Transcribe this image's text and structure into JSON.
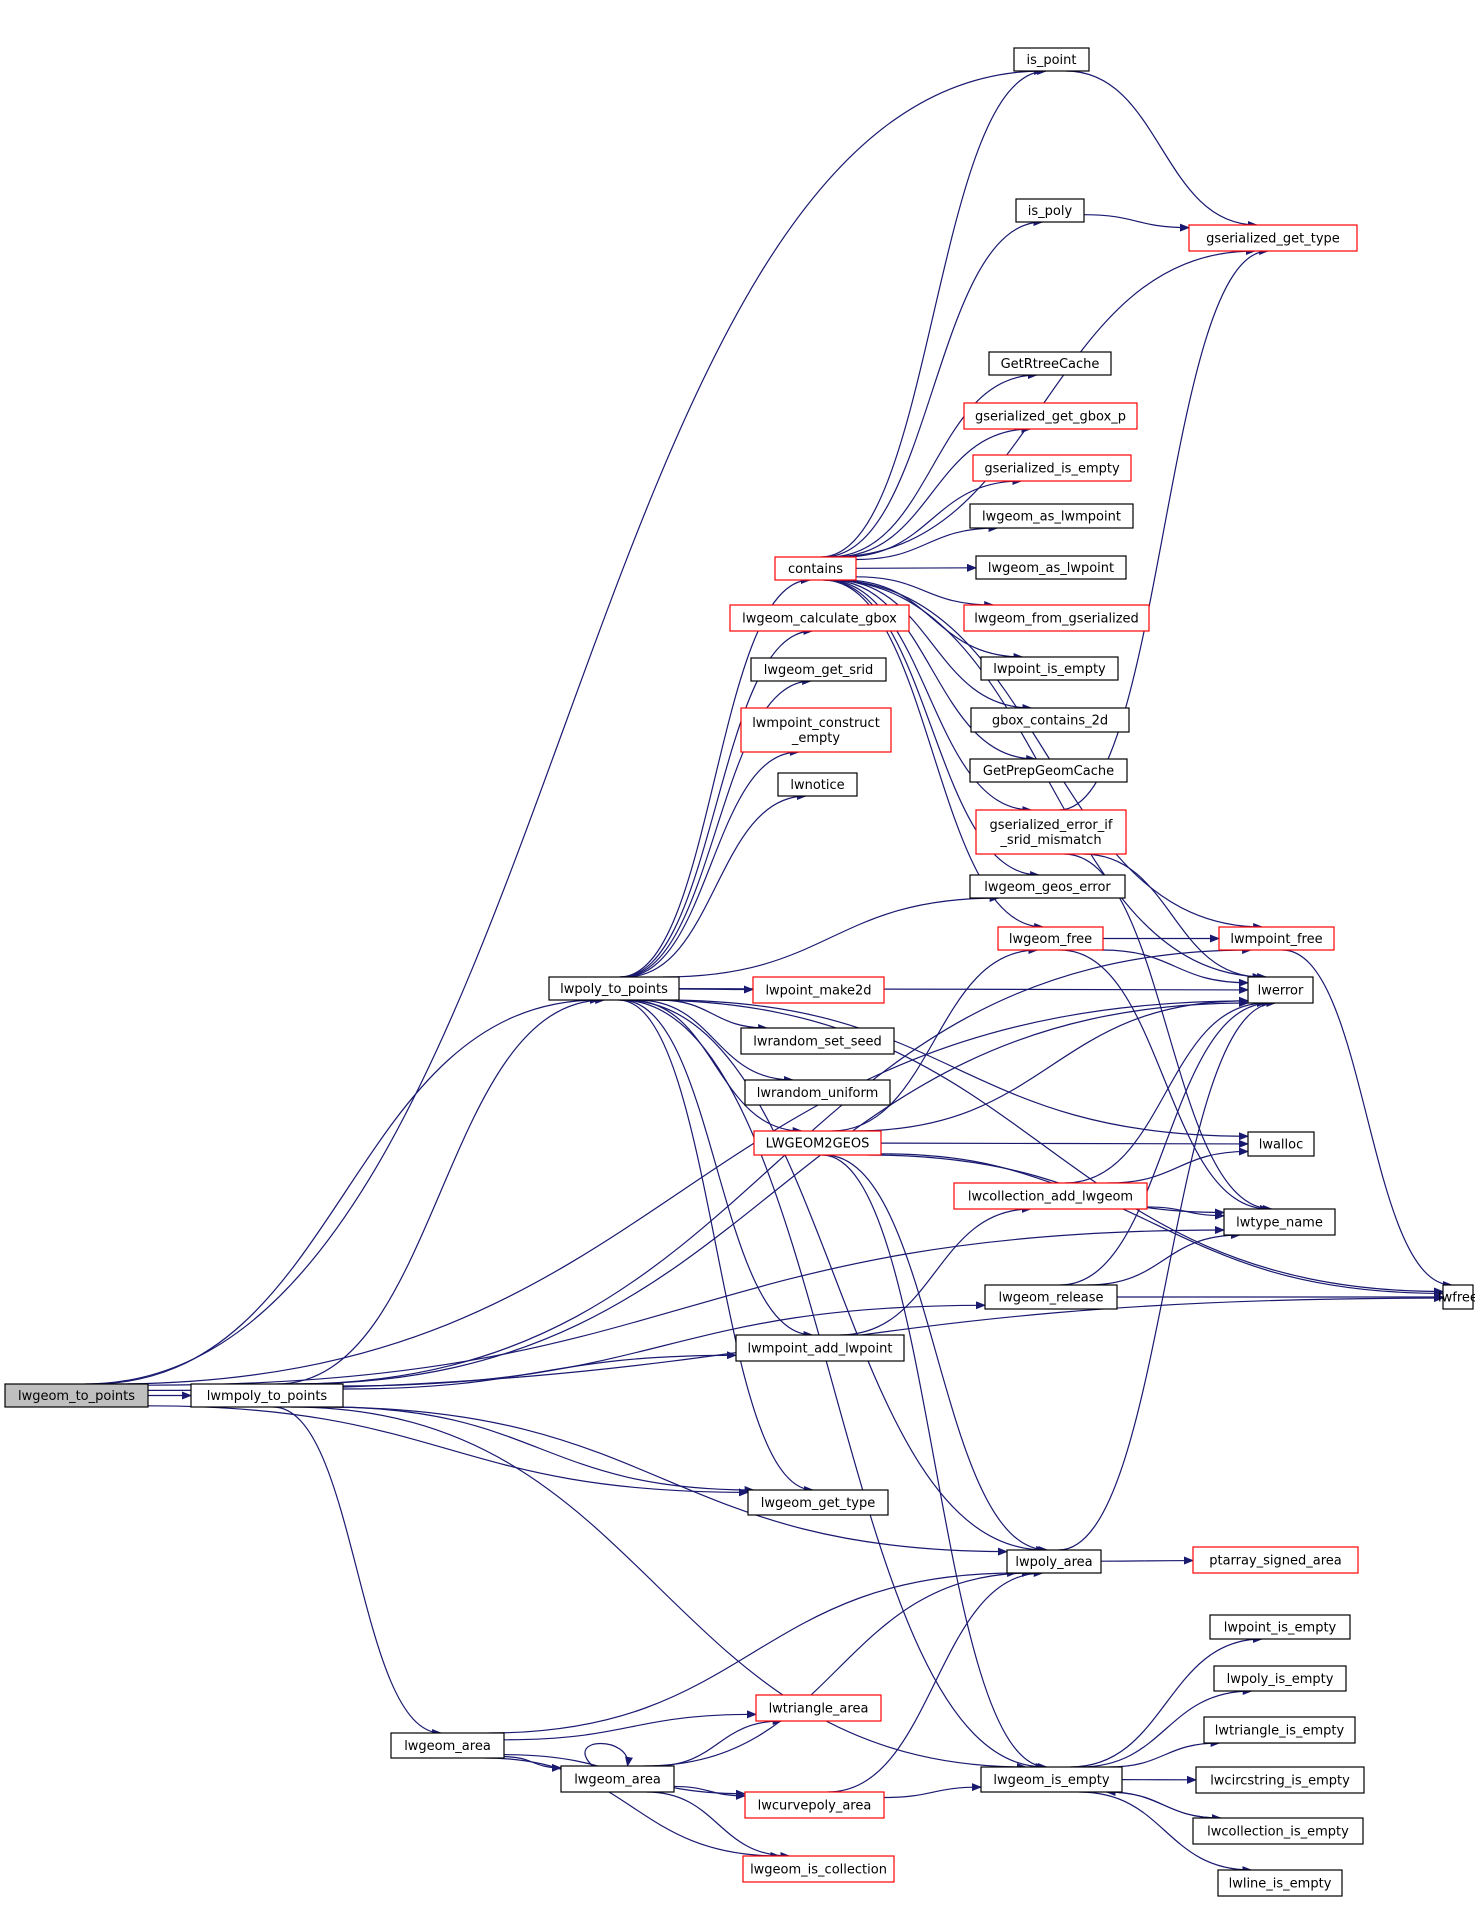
{
  "colors": {
    "edge": "#191970",
    "node_border_default": "#000000",
    "node_border_has_more": "#ff0000",
    "root_fill": "#bfbfbf",
    "node_fill": "#ffffff"
  },
  "nodes": {
    "root": {
      "label": "lwgeom_to_points",
      "style": "root"
    },
    "lwmpoly_to_points": {
      "label": "lwmpoly_to_points",
      "style": "black"
    },
    "lwpoly_to_points": {
      "label": "lwpoly_to_points",
      "style": "black"
    },
    "is_point": {
      "label": "is_point",
      "style": "black"
    },
    "gserialized_get_type": {
      "label": "gserialized_get_type",
      "style": "red"
    },
    "is_poly": {
      "label": "is_poly",
      "style": "black"
    },
    "GetRtreeCache": {
      "label": "GetRtreeCache",
      "style": "black"
    },
    "gserialized_get_gbox_p": {
      "label": "gserialized_get_gbox_p",
      "style": "red"
    },
    "gserialized_is_empty": {
      "label": "gserialized_is_empty",
      "style": "red"
    },
    "lwgeom_as_lwmpoint": {
      "label": "lwgeom_as_lwmpoint",
      "style": "black"
    },
    "contains": {
      "label": "contains",
      "style": "red"
    },
    "lwgeom_as_lwpoint": {
      "label": "lwgeom_as_lwpoint",
      "style": "black"
    },
    "lwgeom_from_gserialized": {
      "label": "lwgeom_from_gserialized",
      "style": "red"
    },
    "lwgeom_calculate_gbox": {
      "label": "lwgeom_calculate_gbox",
      "style": "red"
    },
    "lwgeom_get_srid": {
      "label": "lwgeom_get_srid",
      "style": "black"
    },
    "lwpoint_is_empty_top": {
      "label": "lwpoint_is_empty",
      "style": "black"
    },
    "gbox_contains_2d": {
      "label": "gbox_contains_2d",
      "style": "black"
    },
    "lwmpoint_construct_empty": {
      "label": "lwmpoint_construct\n_empty",
      "style": "red"
    },
    "GetPrepGeomCache": {
      "label": "GetPrepGeomCache",
      "style": "black"
    },
    "lwnotice": {
      "label": "lwnotice",
      "style": "black"
    },
    "gserialized_error_if_srid_mismatch": {
      "label": "gserialized_error_if\n_srid_mismatch",
      "style": "red"
    },
    "lwgeom_geos_error": {
      "label": "lwgeom_geos_error",
      "style": "black"
    },
    "lwgeom_free": {
      "label": "lwgeom_free",
      "style": "red"
    },
    "lwmpoint_free": {
      "label": "lwmpoint_free",
      "style": "red"
    },
    "lwpoint_make2d": {
      "label": "lwpoint_make2d",
      "style": "red"
    },
    "lwerror": {
      "label": "lwerror",
      "style": "black"
    },
    "lwrandom_set_seed": {
      "label": "lwrandom_set_seed",
      "style": "black"
    },
    "lwrandom_uniform": {
      "label": "lwrandom_uniform",
      "style": "black"
    },
    "LWGEOM2GEOS": {
      "label": "LWGEOM2GEOS",
      "style": "red"
    },
    "lwalloc": {
      "label": "lwalloc",
      "style": "black"
    },
    "lwcollection_add_lwgeom": {
      "label": "lwcollection_add_lwgeom",
      "style": "red"
    },
    "lwtype_name": {
      "label": "lwtype_name",
      "style": "black"
    },
    "lwgeom_release": {
      "label": "lwgeom_release",
      "style": "black"
    },
    "lwfree": {
      "label": "lwfree",
      "style": "black"
    },
    "lwmpoint_add_lwpoint": {
      "label": "lwmpoint_add_lwpoint",
      "style": "black"
    },
    "lwgeom_get_type": {
      "label": "lwgeom_get_type",
      "style": "black"
    },
    "lwpoly_area": {
      "label": "lwpoly_area",
      "style": "black"
    },
    "ptarray_signed_area": {
      "label": "ptarray_signed_area",
      "style": "red"
    },
    "lwpoint_is_empty": {
      "label": "lwpoint_is_empty",
      "style": "black"
    },
    "lwpoly_is_empty": {
      "label": "lwpoly_is_empty",
      "style": "black"
    },
    "lwtriangle_area": {
      "label": "lwtriangle_area",
      "style": "red"
    },
    "lwtriangle_is_empty": {
      "label": "lwtriangle_is_empty",
      "style": "black"
    },
    "lwgeom_area_outer": {
      "label": "lwgeom_area",
      "style": "black"
    },
    "lwgeom_area_inner": {
      "label": "lwgeom_area",
      "style": "black"
    },
    "lwgeom_is_empty": {
      "label": "lwgeom_is_empty",
      "style": "black"
    },
    "lwcircstring_is_empty": {
      "label": "lwcircstring_is_empty",
      "style": "black"
    },
    "lwcurvepoly_area": {
      "label": "lwcurvepoly_area",
      "style": "red"
    },
    "lwcollection_is_empty": {
      "label": "lwcollection_is_empty",
      "style": "black"
    },
    "lwgeom_is_collection": {
      "label": "lwgeom_is_collection",
      "style": "red"
    },
    "lwline_is_empty": {
      "label": "lwline_is_empty",
      "style": "black"
    }
  },
  "edges": [
    [
      "root",
      "lwmpoly_to_points"
    ],
    [
      "root",
      "lwpoly_to_points"
    ],
    [
      "root",
      "lwfree"
    ],
    [
      "root",
      "is_point"
    ],
    [
      "root",
      "lwerror"
    ],
    [
      "root",
      "lwtype_name"
    ],
    [
      "root",
      "lwgeom_get_type"
    ],
    [
      "lwmpoly_to_points",
      "lwpoly_to_points"
    ],
    [
      "lwmpoly_to_points",
      "lwmpoint_add_lwpoint"
    ],
    [
      "lwmpoly_to_points",
      "lwgeom_release"
    ],
    [
      "lwmpoly_to_points",
      "lwgeom_get_type"
    ],
    [
      "lwmpoly_to_points",
      "lwpoly_area"
    ],
    [
      "lwmpoly_to_points",
      "lwgeom_area_outer"
    ],
    [
      "lwmpoly_to_points",
      "lwgeom_is_empty"
    ],
    [
      "lwmpoly_to_points",
      "lwmpoint_free"
    ],
    [
      "lwmpoly_to_points",
      "lwerror"
    ],
    [
      "lwpoly_to_points",
      "contains"
    ],
    [
      "lwpoly_to_points",
      "lwgeom_calculate_gbox"
    ],
    [
      "lwpoly_to_points",
      "lwgeom_get_srid"
    ],
    [
      "lwpoly_to_points",
      "lwmpoint_construct_empty"
    ],
    [
      "lwpoly_to_points",
      "lwnotice"
    ],
    [
      "lwpoly_to_points",
      "lwgeom_geos_error"
    ],
    [
      "lwpoly_to_points",
      "lwerror"
    ],
    [
      "lwpoly_to_points",
      "lwpoint_make2d"
    ],
    [
      "lwpoly_to_points",
      "lwrandom_set_seed"
    ],
    [
      "lwpoly_to_points",
      "lwrandom_uniform"
    ],
    [
      "lwpoly_to_points",
      "LWGEOM2GEOS"
    ],
    [
      "lwpoly_to_points",
      "lwalloc"
    ],
    [
      "lwpoly_to_points",
      "lwmpoint_add_lwpoint"
    ],
    [
      "lwpoly_to_points",
      "lwgeom_get_type"
    ],
    [
      "lwpoly_to_points",
      "lwpoly_area"
    ],
    [
      "lwpoly_to_points",
      "lwfree"
    ],
    [
      "lwpoly_to_points",
      "lwgeom_is_empty"
    ],
    [
      "contains",
      "is_point"
    ],
    [
      "contains",
      "is_poly"
    ],
    [
      "contains",
      "gserialized_get_type"
    ],
    [
      "contains",
      "GetRtreeCache"
    ],
    [
      "contains",
      "gserialized_get_gbox_p"
    ],
    [
      "contains",
      "gserialized_is_empty"
    ],
    [
      "contains",
      "lwgeom_as_lwmpoint"
    ],
    [
      "contains",
      "lwgeom_as_lwpoint"
    ],
    [
      "contains",
      "lwgeom_from_gserialized"
    ],
    [
      "contains",
      "lwpoint_is_empty_top"
    ],
    [
      "contains",
      "gbox_contains_2d"
    ],
    [
      "contains",
      "GetPrepGeomCache"
    ],
    [
      "contains",
      "gserialized_error_if_srid_mismatch"
    ],
    [
      "contains",
      "lwgeom_geos_error"
    ],
    [
      "contains",
      "lwgeom_free"
    ],
    [
      "contains",
      "lwmpoint_free"
    ],
    [
      "contains",
      "lwerror"
    ],
    [
      "is_point",
      "gserialized_get_type"
    ],
    [
      "is_poly",
      "gserialized_get_type"
    ],
    [
      "gserialized_error_if_srid_mismatch",
      "gserialized_get_type"
    ],
    [
      "gserialized_error_if_srid_mismatch",
      "lwerror"
    ],
    [
      "gserialized_error_if_srid_mismatch",
      "lwtype_name"
    ],
    [
      "lwgeom_free",
      "lwmpoint_free"
    ],
    [
      "lwgeom_free",
      "lwerror"
    ],
    [
      "lwgeom_free",
      "lwtype_name"
    ],
    [
      "lwmpoint_free",
      "lwfree"
    ],
    [
      "LWGEOM2GEOS",
      "lwgeom_free"
    ],
    [
      "LWGEOM2GEOS",
      "lwerror"
    ],
    [
      "LWGEOM2GEOS",
      "lwalloc"
    ],
    [
      "LWGEOM2GEOS",
      "lwtype_name"
    ],
    [
      "LWGEOM2GEOS",
      "lwfree"
    ],
    [
      "LWGEOM2GEOS",
      "lwpoly_area"
    ],
    [
      "LWGEOM2GEOS",
      "lwgeom_is_empty"
    ],
    [
      "lwcollection_add_lwgeom",
      "lwerror"
    ],
    [
      "lwcollection_add_lwgeom",
      "lwalloc"
    ],
    [
      "lwcollection_add_lwgeom",
      "lwtype_name"
    ],
    [
      "lwgeom_release",
      "lwerror"
    ],
    [
      "lwgeom_release",
      "lwtype_name"
    ],
    [
      "lwgeom_release",
      "lwfree"
    ],
    [
      "lwmpoint_add_lwpoint",
      "lwcollection_add_lwgeom"
    ],
    [
      "lwpoly_area",
      "ptarray_signed_area"
    ],
    [
      "lwpoly_area",
      "lwerror"
    ],
    [
      "lwgeom_area_outer",
      "lwgeom_area_inner"
    ],
    [
      "lwgeom_area_outer",
      "lwpoly_area"
    ],
    [
      "lwgeom_area_outer",
      "lwtriangle_area"
    ],
    [
      "lwgeom_area_outer",
      "lwcurvepoly_area"
    ],
    [
      "lwgeom_area_outer",
      "lwgeom_is_collection"
    ],
    [
      "lwgeom_area_inner",
      "lwgeom_area_inner"
    ],
    [
      "lwgeom_area_inner",
      "lwtriangle_area"
    ],
    [
      "lwgeom_area_inner",
      "lwcurvepoly_area"
    ],
    [
      "lwgeom_area_inner",
      "lwgeom_is_collection"
    ],
    [
      "lwgeom_area_inner",
      "lwpoly_area"
    ],
    [
      "lwcurvepoly_area",
      "lwgeom_is_empty"
    ],
    [
      "lwcurvepoly_area",
      "lwpoly_area"
    ],
    [
      "lwgeom_is_empty",
      "lwpoint_is_empty"
    ],
    [
      "lwgeom_is_empty",
      "lwpoly_is_empty"
    ],
    [
      "lwgeom_is_empty",
      "lwtriangle_is_empty"
    ],
    [
      "lwgeom_is_empty",
      "lwcircstring_is_empty"
    ],
    [
      "lwgeom_is_empty",
      "lwcollection_is_empty"
    ],
    [
      "lwgeom_is_empty",
      "lwline_is_empty"
    ],
    [
      "lwcollection_is_empty",
      "lwgeom_is_empty"
    ]
  ]
}
